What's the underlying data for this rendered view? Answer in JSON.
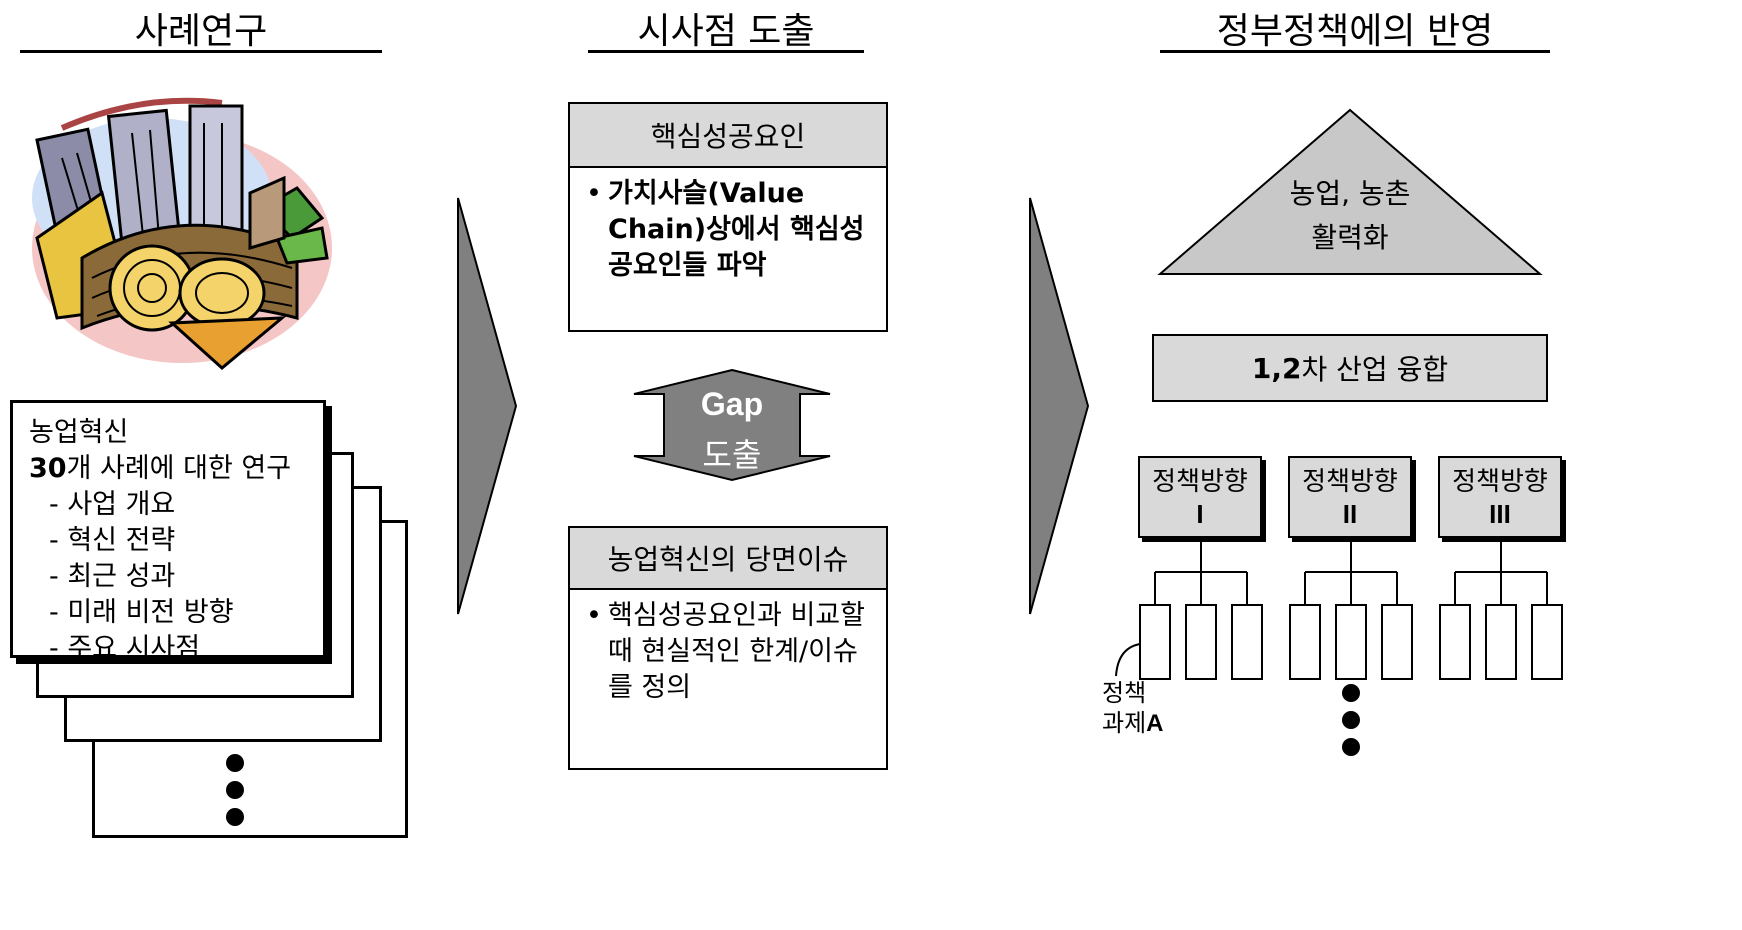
{
  "columns": {
    "case_study": {
      "title": "사례연구"
    },
    "implications": {
      "title": "시사점 도출"
    },
    "policy": {
      "title": "정부정책에의 반영"
    }
  },
  "case_study_card": {
    "line1": "농업혁신",
    "line2_bold": "30",
    "line2_rest": "개 사례에 대한 연구",
    "items": [
      "- 사업 개요",
      "- 혁신 전략",
      "- 최근 성과",
      "- 미래 비전 방향",
      "- 주요 시사점"
    ]
  },
  "key_success": {
    "header": "핵심성공요인",
    "bullet": "•",
    "text": "가치사슬(Value Chain)상에서 핵심성공요인들 파악"
  },
  "gap": {
    "line1": "Gap",
    "line2": "도출"
  },
  "current_issues": {
    "header": "농업혁신의 당면이슈",
    "bullet": "•",
    "text": "핵심성공요인과 비교할 때 현실적인 한계/이슈를 정의"
  },
  "policy": {
    "pyramid_line1": "농업, 농촌",
    "pyramid_line2": "활력화",
    "fusion_bold": "1,2",
    "fusion_rest": "차 산업 융합",
    "directions": [
      {
        "label": "정책방향",
        "numeral": "I"
      },
      {
        "label": "정책방향",
        "numeral": "II"
      },
      {
        "label": "정책방향",
        "numeral": "III"
      }
    ],
    "task_line1": "정책",
    "task_line2_a": "과제",
    "task_line2_b": "A"
  },
  "colors": {
    "gray_fill": "#d9d9d9",
    "arrow_gray": "#808080",
    "gap_gray": "#808080"
  },
  "icons": [
    "farm-city-clipart-icon"
  ]
}
